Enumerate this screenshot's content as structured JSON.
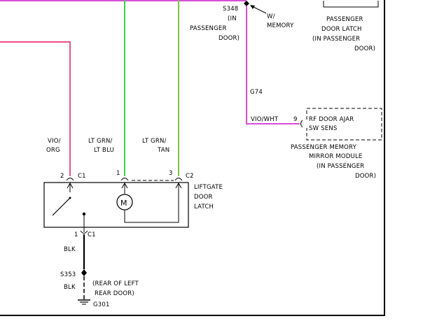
{
  "labels": {
    "s348": "S348",
    "s348_in": "(IN",
    "s348_passenger": "PASSENGER",
    "s348_door": "DOOR)",
    "w_memory_1": "W/",
    "w_memory_2": "MEMORY",
    "latch_1": "PASSENGER",
    "latch_2": "DOOR LATCH",
    "latch_3": "(IN PASSENGER",
    "latch_4": "DOOR)",
    "g74": "G74",
    "vio_wht": "VIO/WHT",
    "pin9": "9",
    "rf_1": "RF DOOR AJAR",
    "rf_2": "SW SENS",
    "module_1": "PASSENGER MEMORY",
    "module_2": "MIRROR MODULE",
    "module_3": "(IN PASSENGER",
    "module_4": "DOOR)",
    "vio_org_1": "VIO/",
    "vio_org_2": "ORG",
    "ltgrn_ltblu_1": "LT GRN/",
    "ltgrn_ltblu_2": "LT BLU",
    "ltgrn_tan_1": "LT GRN/",
    "ltgrn_tan_2": "TAN",
    "pin2": "2",
    "c1_top": "C1",
    "pin1_top": "1",
    "pin3": "3",
    "c2": "C2",
    "liftgate_1": "LIFTGATE",
    "liftgate_2": "DOOR",
    "liftgate_3": "LATCH",
    "motor": "M",
    "pin1_bottom": "1",
    "c1_bottom": "C1",
    "blk_1": "BLK",
    "s353": "S353",
    "blk_2": "BLK",
    "rear_1": "(REAR OF LEFT",
    "rear_2": "REAR DOOR)",
    "g301": "G301"
  },
  "colors": {
    "vio_org": "#e8508a",
    "ltgrn_ltblu": "#3bd24a",
    "ltgrn_tan": "#7cc43c",
    "vio_wht": "#d64fd6",
    "black": "#000000"
  }
}
